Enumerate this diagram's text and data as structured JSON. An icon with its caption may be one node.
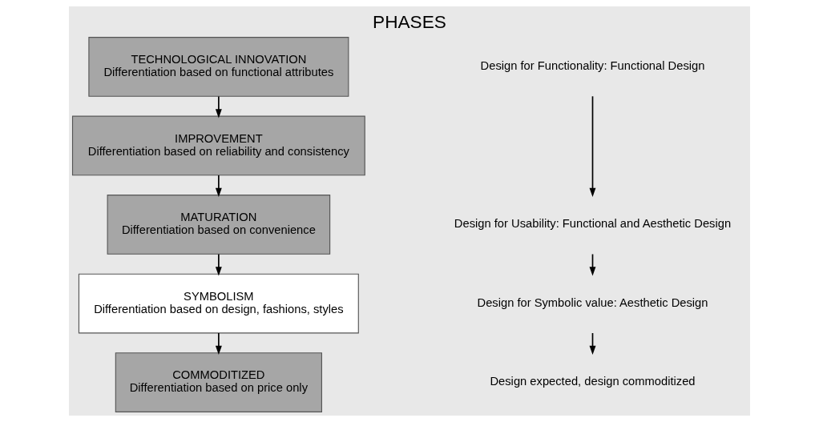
{
  "diagram": {
    "title": "PHASES",
    "nodes": [
      {
        "text": [
          "TECHNOLOGICAL INNOVATION",
          "Differentiation based on functional attributes"
        ]
      },
      {
        "text": [
          "IMPROVEMENT",
          "Differentiation based on reliability and consistency"
        ]
      },
      {
        "text": [
          "MATURATION",
          "Differentiation based on convenience"
        ]
      },
      {
        "text": [
          "SYMBOLISM",
          "Differentiation based on design, fashions, styles"
        ]
      },
      {
        "text": [
          "COMMODITIZED",
          "Differentiation based on price only"
        ]
      },
      {
        "text": [
          "Design for Functionality: Functional Design"
        ]
      },
      {
        "text": [
          "Design for Usability: Functional and Aesthetic Design"
        ]
      },
      {
        "text": [
          "Design for Symbolic value: Aesthetic Design"
        ]
      },
      {
        "text": [
          "Design expected, design commoditized"
        ]
      }
    ],
    "edges": [
      {
        "from": 0,
        "to": 1,
        "arrow": "to"
      },
      {
        "from": 1,
        "to": 2,
        "arrow": "to"
      },
      {
        "from": 2,
        "to": 3,
        "arrow": "to"
      },
      {
        "from": 3,
        "to": 4,
        "arrow": "to"
      },
      {
        "from": 5,
        "to": 6,
        "arrow": "to"
      },
      {
        "from": 6,
        "to": 7,
        "arrow": "to"
      },
      {
        "from": 7,
        "to": 8,
        "arrow": "to"
      }
    ]
  }
}
